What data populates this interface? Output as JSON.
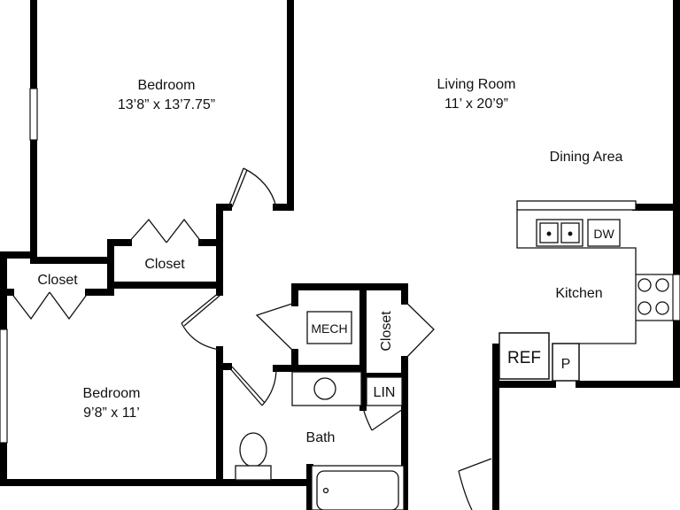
{
  "rooms": {
    "bedroom_1": {
      "name": "Bedroom",
      "dims": "13’8” x 13’7.75”"
    },
    "living_room": {
      "name": "Living Room",
      "dims": "11’ x 20’9”"
    },
    "dining_area": {
      "name": "Dining Area"
    },
    "closet_hall": {
      "name": "Closet"
    },
    "closet_left": {
      "name": "Closet"
    },
    "closet_mid": {
      "name": "Closet"
    },
    "kitchen": {
      "name": "Kitchen"
    },
    "bedroom_2": {
      "name": "Bedroom",
      "dims": "9’8” x 11’"
    },
    "bath": {
      "name": "Bath"
    }
  },
  "fixtures": {
    "mech": "MECH",
    "linen": "LIN",
    "dishwasher": "DW",
    "refrigerator": "REF",
    "pantry": "P"
  },
  "colors": {
    "wall": "#000000",
    "line": "#111111",
    "background": "#ffffff"
  }
}
